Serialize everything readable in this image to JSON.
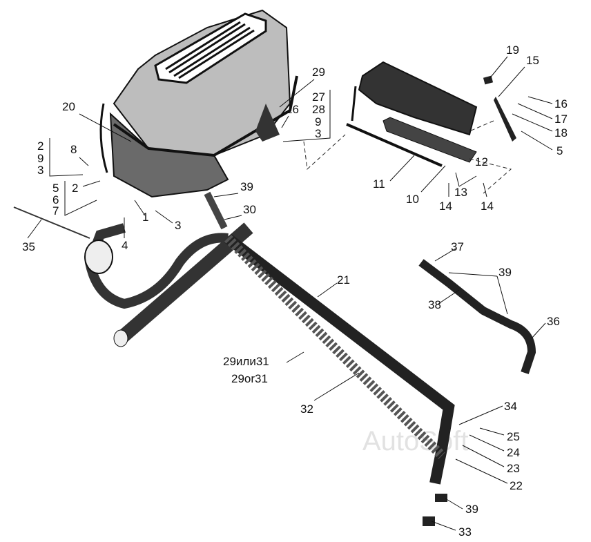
{
  "watermark": "AutoSoft",
  "labels": {
    "l19": "19",
    "l15": "15",
    "l29": "29",
    "l27": "27",
    "l28": "28",
    "l9a": "9",
    "l3a": "3",
    "l26": "26",
    "l20": "20",
    "l16": "16",
    "l17": "17",
    "l18": "18",
    "l5a": "5",
    "l12": "12",
    "l11": "11",
    "l10": "10",
    "l13": "13",
    "l14a": "14",
    "l14b": "14",
    "l8": "8",
    "l2a": "2",
    "l9b": "9",
    "l3b": "3",
    "l2b": "2",
    "l5b": "5",
    "l6": "6",
    "l7": "7",
    "l39a": "39",
    "l30": "30",
    "l1": "1",
    "l3c": "3",
    "l4": "4",
    "l35": "35",
    "l37": "37",
    "l39b": "39",
    "l21": "21",
    "l38": "38",
    "l36": "36",
    "l29ru": "29или31",
    "l29en": "29or31",
    "l32": "32",
    "l34": "34",
    "l25": "25",
    "l24": "24",
    "l23": "23",
    "l22": "22",
    "l39c": "39",
    "l33": "33"
  }
}
